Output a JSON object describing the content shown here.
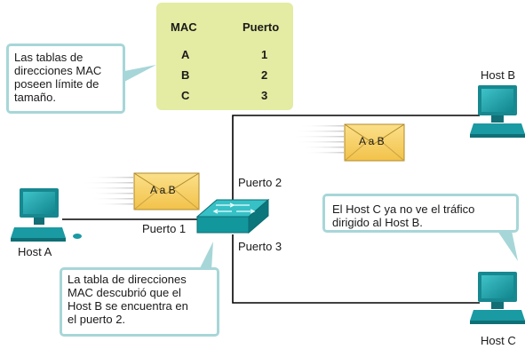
{
  "mac_table": {
    "headers": {
      "mac": "MAC",
      "port": "Puerto"
    },
    "rows": [
      {
        "mac": "A",
        "port": "1"
      },
      {
        "mac": "B",
        "port": "2"
      },
      {
        "mac": "C",
        "port": "3"
      }
    ],
    "bg_color": "#e4eba2"
  },
  "callouts": {
    "size_limit": "Las tablas de\ndirecciones MAC\nposeen límite de\ntamaño.",
    "host_c": "El Host C ya no ve el tráfico\ndirigido al Host B.",
    "learned": "La tabla de direcciones\nMAC descubrió que el\nHost B se encuentra en\nel puerto 2.",
    "border_color": "#a7d6d8"
  },
  "hosts": {
    "a": "Host A",
    "b": "Host B",
    "c": "Host C"
  },
  "ports": {
    "p1": "Puerto 1",
    "p2": "Puerto 2",
    "p3": "Puerto 3"
  },
  "frames": {
    "frame1": "A a B",
    "frame2": "A a B"
  },
  "colors": {
    "envelope": "#f6cf5e",
    "switch": "#17a1a6",
    "computer": "#1f9fa8",
    "link": "#000000"
  }
}
